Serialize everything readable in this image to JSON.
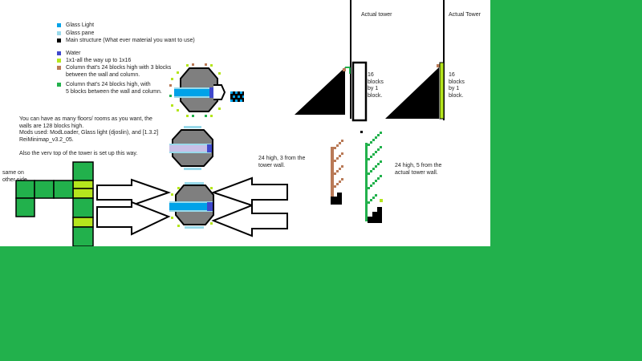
{
  "colors": {
    "background_green": "#22b14c",
    "canvas": "#ffffff",
    "glass_light": "#00a2e8",
    "glass_pane": "#99d9ea",
    "glass_pane_light": "#c8bfe7",
    "main_structure": "#000000",
    "water": "#3f48cc",
    "ladder": "#b5e61d",
    "column_3": "#b97a57",
    "column_5": "#22b14c",
    "stone": "#7f7f7f"
  },
  "legend": [
    {
      "key": "glass_light",
      "label": "Glass Light"
    },
    {
      "key": "glass_pane",
      "label": "Glass pane"
    },
    {
      "key": "main_structure",
      "label": "Main structure (What ever material you want to use)"
    },
    {
      "key": "water",
      "label": "Water"
    },
    {
      "key": "ladder",
      "label": "1x1-all the way up to 1x16"
    },
    {
      "key": "column_3",
      "label": "Column that's 24 blocks high with 3 blocks\n between the wall and column."
    },
    {
      "key": "column_5",
      "label": "Column that's 24 blocks high, with\n 5 blocks between the wall and column."
    }
  ],
  "notes": {
    "floors": "You can have as many floors/ rooms as you want, the\nwalls are 128 blocks high.\nMods used: ModLoader, Glass light (djoslin), and [1.3.2]\nReiMinimap_v3.2_05.",
    "top": "Also the verv top of the tower is set up this way.",
    "same_side": "same on\nother side",
    "actual_tower_1": "Actual tower",
    "actual_tower_2": "Actual Tower",
    "blocks_1": "16\nblocks\nby 1\nblock.",
    "blocks_2": "16\nblocks\nby 1\nblock.",
    "col_3_label": "24 high, 3 from the\ntower wall.",
    "col_5_label": "24 high, 5 from the\nactual tower wall."
  }
}
